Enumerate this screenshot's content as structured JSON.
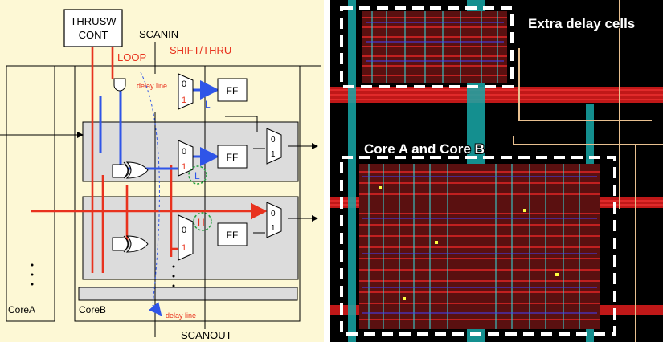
{
  "schematic": {
    "thrusw_line1": "THRUSW",
    "thrusw_line2": "CONT",
    "scanin": "SCANIN",
    "loop": "LOOP",
    "shift_thru": "SHIFT/THRU",
    "delay_line_top": "delay line",
    "delay_line_bottom": "delay line",
    "mux_in0": "0",
    "mux_in1": "1",
    "ff": "FF",
    "level_low": "L",
    "level_high": "H",
    "core_a": "CoreA",
    "core_b": "CoreB",
    "scanout": "SCANOUT",
    "colors": {
      "signal": "#e8321e",
      "loop": "#2f55e8",
      "core_band": "#dcdcdc",
      "background": "#fdf8d5"
    }
  },
  "layout": {
    "extra_delay_label": "Extra delay cells",
    "core_ab_label": "Core A and Core B",
    "colors": {
      "background": "#000000",
      "metal": "#ff2020",
      "via": "#18d2d2",
      "outline": "#ffffff"
    }
  }
}
